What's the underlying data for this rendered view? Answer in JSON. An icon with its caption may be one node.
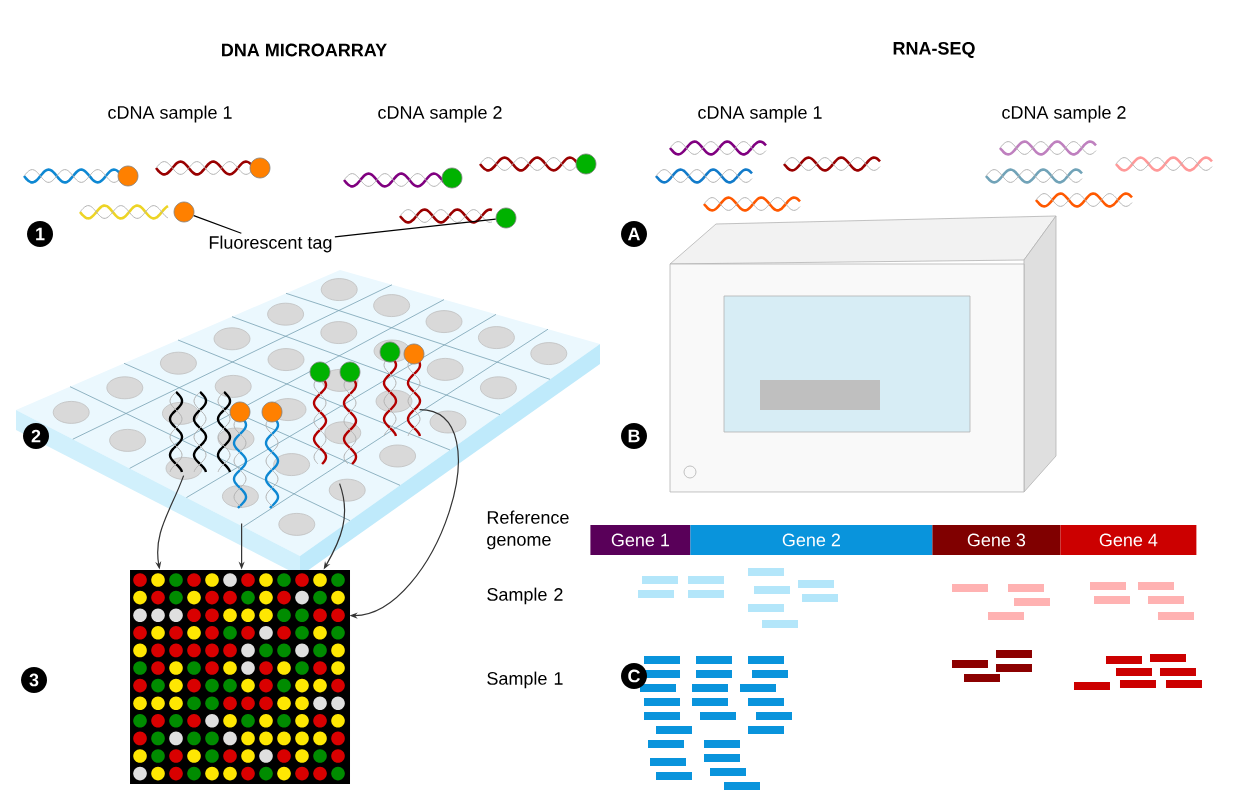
{
  "diagram": {
    "nodes": [
      {
        "text": [
          "Fluorescent tag"
        ]
      },
      {
        "text": [],
        "shape": "circle"
      },
      {
        "text": [],
        "shape": "circle"
      },
      {
        "text": [],
        "shape": "picture"
      },
      {
        "text": [],
        "shape": "picture"
      },
      {
        "text": [
          "Gene 1"
        ]
      },
      {
        "text": [
          "Gene 2"
        ]
      },
      {
        "text": [
          "Gene 3"
        ]
      },
      {
        "text": [
          "Gene 4"
        ]
      }
    ],
    "edges": [
      {
        "from": 0,
        "to": 1,
        "arrow": "none"
      },
      {
        "from": 0,
        "to": 2,
        "arrow": "none"
      },
      {
        "from": 3,
        "to": 4,
        "arrow": "to"
      },
      {
        "from": 3,
        "to": 4,
        "arrow": "to"
      },
      {
        "from": 3,
        "to": 4,
        "arrow": "to"
      },
      {
        "from": 3,
        "to": 4,
        "arrow": "to"
      }
    ],
    "labels": [
      "DNA MICROARRAY",
      "RNA-SEQ",
      "cDNA sample 1",
      "cDNA sample 2",
      "cDNA sample 1",
      "cDNA sample 2",
      "1",
      "A",
      "2",
      "B",
      "Reference genome",
      "Sample 2",
      "3",
      "Sample 1",
      "C"
    ]
  }
}
